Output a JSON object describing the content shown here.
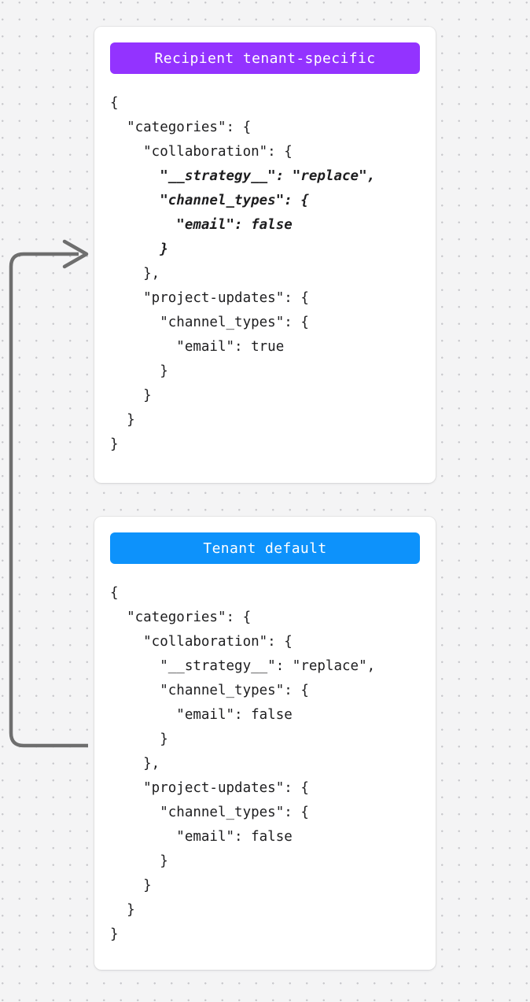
{
  "canvas": {
    "background_color": "#f4f4f5",
    "dot_color": "#c8c8cc"
  },
  "connector": {
    "name": "arrow-from-tenant-default-to-recipient",
    "color": "#6e6e6e",
    "direction": "right"
  },
  "cards": [
    {
      "id": "recipient-tenant-specific",
      "header": {
        "label": "Recipient tenant-specific",
        "background_color": "#9333ff",
        "text_color": "#ffffff"
      },
      "code_lines": [
        {
          "text": "{",
          "highlight": false
        },
        {
          "text": "  \"categories\": {",
          "highlight": false
        },
        {
          "text": "    \"collaboration\": {",
          "highlight": false
        },
        {
          "text": "      \"__strategy__\": \"replace\",",
          "highlight": true
        },
        {
          "text": "      \"channel_types\": {",
          "highlight": true
        },
        {
          "text": "        \"email\": false",
          "highlight": true
        },
        {
          "text": "      }",
          "highlight": true
        },
        {
          "text": "    },",
          "highlight": false
        },
        {
          "text": "    \"project-updates\": {",
          "highlight": false
        },
        {
          "text": "      \"channel_types\": {",
          "highlight": false
        },
        {
          "text": "        \"email\": true",
          "highlight": false
        },
        {
          "text": "      }",
          "highlight": false
        },
        {
          "text": "    }",
          "highlight": false
        },
        {
          "text": "  }",
          "highlight": false
        },
        {
          "text": "}",
          "highlight": false
        }
      ]
    },
    {
      "id": "tenant-default",
      "header": {
        "label": "Tenant default",
        "background_color": "#0d92fb",
        "text_color": "#ffffff"
      },
      "code_lines": [
        {
          "text": "{",
          "highlight": false
        },
        {
          "text": "  \"categories\": {",
          "highlight": false
        },
        {
          "text": "    \"collaboration\": {",
          "highlight": false
        },
        {
          "text": "      \"__strategy__\": \"replace\",",
          "highlight": false
        },
        {
          "text": "      \"channel_types\": {",
          "highlight": false
        },
        {
          "text": "        \"email\": false",
          "highlight": false
        },
        {
          "text": "      }",
          "highlight": false
        },
        {
          "text": "    },",
          "highlight": false
        },
        {
          "text": "    \"project-updates\": {",
          "highlight": false
        },
        {
          "text": "      \"channel_types\": {",
          "highlight": false
        },
        {
          "text": "        \"email\": false",
          "highlight": false
        },
        {
          "text": "      }",
          "highlight": false
        },
        {
          "text": "    }",
          "highlight": false
        },
        {
          "text": "  }",
          "highlight": false
        },
        {
          "text": "}",
          "highlight": false
        }
      ]
    }
  ]
}
